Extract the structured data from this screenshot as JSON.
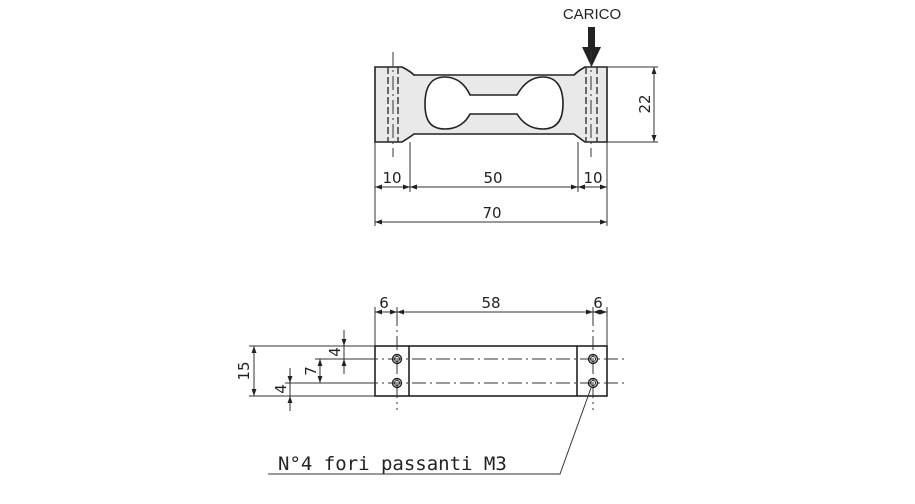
{
  "load_label": "CARICO",
  "top_view": {
    "dim_left": "10",
    "dim_center": "50",
    "dim_right": "10",
    "dim_total": "70",
    "dim_height": "22"
  },
  "bottom_view": {
    "dim_left": "6",
    "dim_center": "58",
    "dim_right": "6",
    "dim_total_height": "15",
    "dim_hole_spacing": "7",
    "dim_top_offset": "4",
    "dim_bottom_offset": "4"
  },
  "note": "N°4 fori passanti M3",
  "colors": {
    "line": "#222222",
    "fill": "#e9e9e9"
  }
}
